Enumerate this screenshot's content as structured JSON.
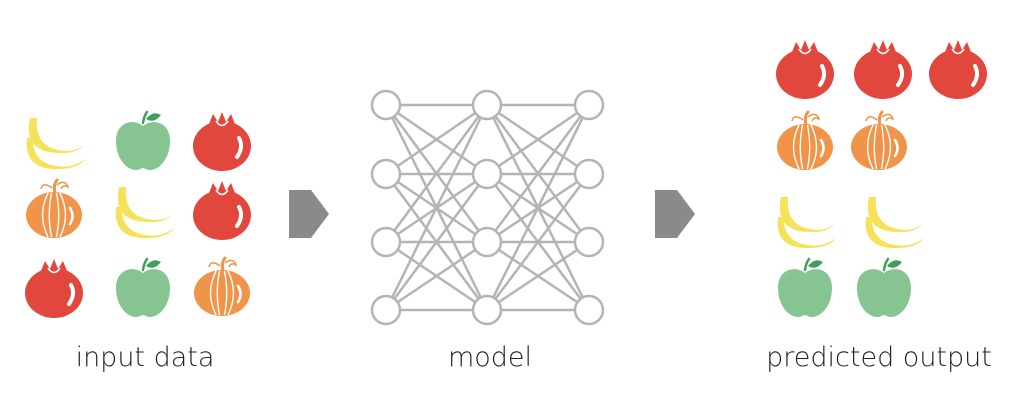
{
  "stages": {
    "input": {
      "label": "input data"
    },
    "model": {
      "label": "model"
    },
    "output": {
      "label": "predicted output"
    }
  },
  "input_grid": [
    [
      "banana",
      "apple",
      "pomegranate"
    ],
    [
      "pumpkin",
      "banana",
      "pomegranate"
    ],
    [
      "pomegranate",
      "apple",
      "pumpkin"
    ]
  ],
  "output_groups": [
    {
      "fruit": "pomegranate",
      "count": 3
    },
    {
      "fruit": "pumpkin",
      "count": 2
    },
    {
      "fruit": "banana",
      "count": 2
    },
    {
      "fruit": "apple",
      "count": 2
    }
  ],
  "network_layers": [
    4,
    4,
    4
  ],
  "colors": {
    "pomegranate": "#e2473e",
    "pumpkin": "#f0944a",
    "banana": "#f6e25a",
    "apple": "#86c592",
    "leaf": "#3fa05a",
    "network": "#b4b4b4",
    "arrow": "#8a8a8a",
    "text": "#222222"
  }
}
